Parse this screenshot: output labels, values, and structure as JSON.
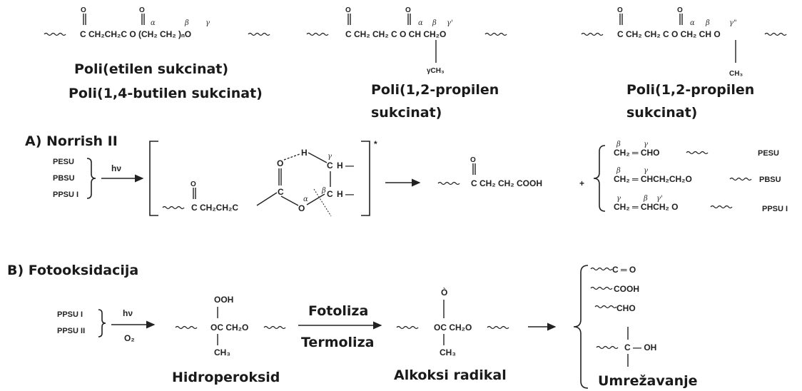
{
  "structures": {
    "s1": {
      "chain": "C  CH₂CH₂C O  (CH₂ CH₂ )ₙO",
      "greek_a": "α",
      "greek_b": "β",
      "greek_g": "γ",
      "name_1": "Poli(etilen sukcinat)",
      "name_2": "Poli(1,4-butilen sukcinat)"
    },
    "s2": {
      "chain": "C  CH₂ CH₂ C O  CH CH₂O",
      "greek_a": "α",
      "greek_b": "β",
      "greek_g": "γ'",
      "substituent": "γCH₃",
      "name_1": "Poli(1,2-propilen",
      "name_2": "sukcinat)"
    },
    "s3": {
      "chain": "C  CH₂ CH₂ C O  CH₂ CH O",
      "greek_a": "α",
      "greek_b": "β",
      "greek_g": "γ\"",
      "substituent": "CH₃",
      "name_1": "Poli(1,2-propilen",
      "name_2": "sukcinat)"
    }
  },
  "section_a": {
    "title": "A) Norrish II",
    "inputs": [
      "PESU",
      "PBSU",
      "PPSU I"
    ],
    "condition": "hν",
    "intermediate": {
      "chain": "C  CH₂CH₂C",
      "carbonyl": "C",
      "ring_O_top": "O",
      "ring_H": "H",
      "ring_C_top": "C",
      "ring_C_top_bond": "H —",
      "ring_C_bot": "C",
      "ring_C_bot_bond": "H —",
      "ring_O": "O",
      "greek_a": "α",
      "greek_b": "β",
      "greek_g": "γ",
      "mark": "*"
    },
    "product_acid": "C  CH₂ CH₂ COOH",
    "plus": "+",
    "products": [
      {
        "formula": "CH₂ ═ CHO",
        "g1": "β",
        "g2": "γ",
        "label": "PESU"
      },
      {
        "formula": "CH₂ ═ CHCH₂CH₂O",
        "g1": "β",
        "g2": "γ",
        "label": "PBSU"
      },
      {
        "formula": "CH₂ ═ CHCH₂ O",
        "g1": "γ",
        "g2": "β",
        "g3": "γ'",
        "label": "PPSU I"
      }
    ]
  },
  "section_b": {
    "title": "B) Fotooksidacija",
    "inputs": [
      "PPSU I",
      "PPSU II"
    ],
    "condition_top": "hν",
    "condition_bottom": "O₂",
    "hydroperoxide": {
      "ooh": "OOH",
      "chain": "OC CH₂O",
      "methyl": "CH₃",
      "name": "Hidroperoksid"
    },
    "arrow_top": "Fotoliza",
    "arrow_bottom": "Termoliza",
    "alkoxy": {
      "dot_o": "Ò",
      "chain": "OC CH₂O",
      "methyl": "CH₃",
      "name": "Alkoksi radikal"
    },
    "products": [
      "C ═ O",
      "COOH",
      "CHO",
      "C  — OH"
    ],
    "crosslink": "Umrežavanje"
  }
}
